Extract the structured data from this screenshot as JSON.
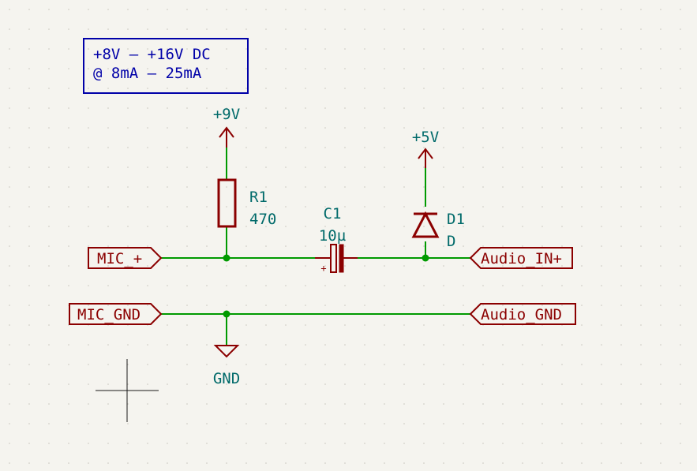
{
  "note": {
    "line1": "+8V – +16V DC",
    "line2": "@ 8mA – 25mA"
  },
  "power": {
    "v9": "+9V",
    "v5": "+5V",
    "gnd": "GND"
  },
  "components": {
    "r1": {
      "ref": "R1",
      "value": "470"
    },
    "c1": {
      "ref": "C1",
      "value": "10µ",
      "polarity": "+"
    },
    "d1": {
      "ref": "D1",
      "value": "D"
    }
  },
  "labels": {
    "mic_plus": "MIC_+",
    "mic_gnd": "MIC_GND",
    "audio_in": "Audio_IN+",
    "audio_gnd": "Audio_GND"
  },
  "colors": {
    "background": "#f5f4ef",
    "wire": "#009a00",
    "symbol": "#8b0000",
    "text": "#006a6a",
    "note": "#0000a8"
  }
}
